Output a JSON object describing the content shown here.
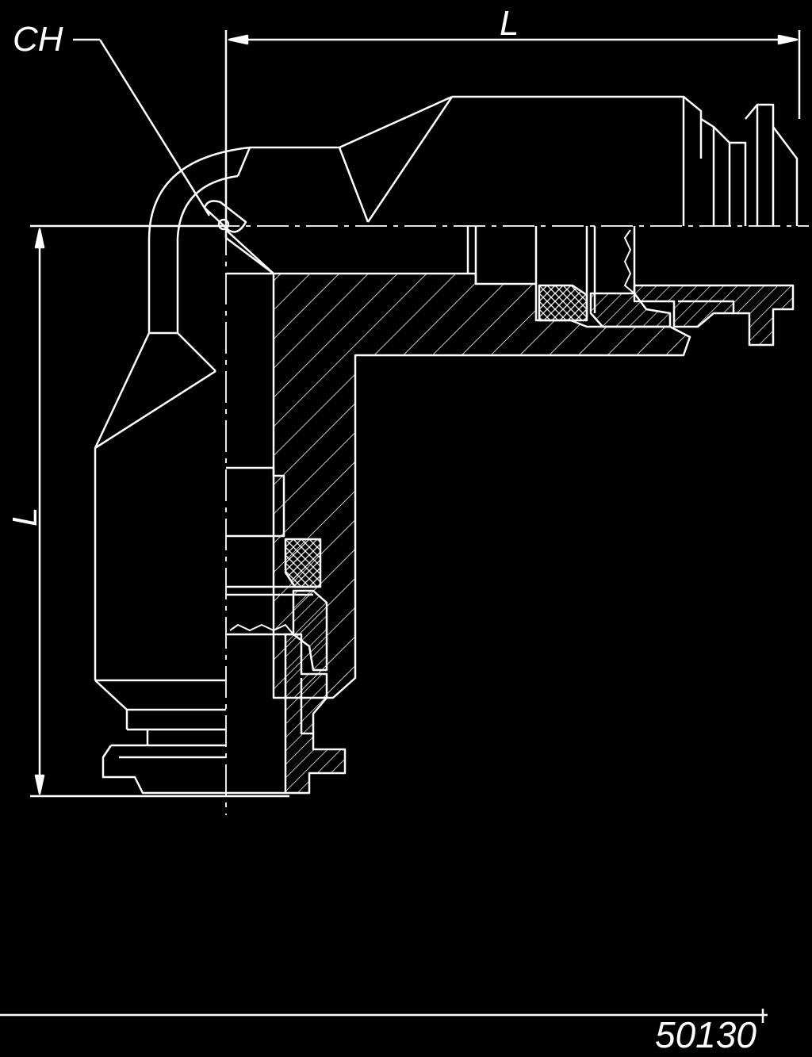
{
  "labels": {
    "callout": "CH",
    "dimension_horizontal": "L",
    "dimension_vertical": "L",
    "part_number": "50130"
  },
  "colors": {
    "background": "#000000",
    "line": "#ffffff"
  }
}
